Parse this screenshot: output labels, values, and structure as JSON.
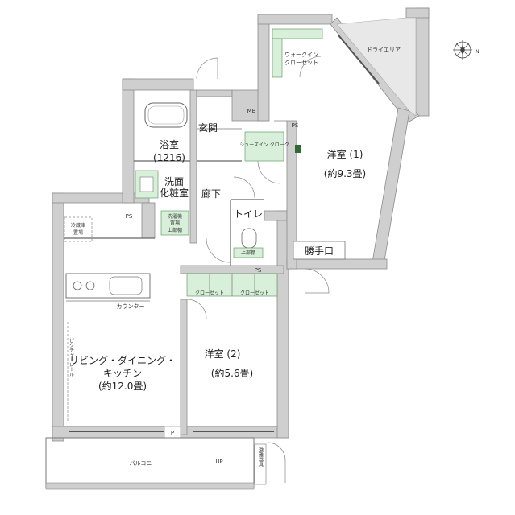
{
  "rooms": {
    "bedroom1": "洋室 (1)",
    "bedroom1_area": "(約9.3畳)",
    "bathroom": "浴室",
    "bathroom_size": "(1216)",
    "entrance": "玄関",
    "washroom_line1": "洗面",
    "washroom_line2": "化粧室",
    "hallway": "廊下",
    "toilet": "トイレ",
    "ldk_line1": "リビング・ダイニング・",
    "ldk_line2": "キッチン",
    "ldk_area": "(約12.0畳)",
    "bedroom2": "洋室 (2)",
    "bedroom2_area": "(約5.6畳)",
    "balcony": "バルコニー",
    "service_door": "勝手口",
    "dry_area": "ドライエリア"
  },
  "storage": {
    "walk_in_line1": "ウォークイン",
    "walk_in_line2": "クローゼット",
    "shoe_closet": "シューズイン クローク",
    "closet_a": "クローゼット",
    "closet_b": "クローゼット"
  },
  "fixtures": {
    "mb": "MB",
    "ps_entrance": "PS",
    "ps_kitchen": "PS",
    "ps_toilet": "PS",
    "counter": "カウンター",
    "fridge_line1": "冷蔵庫",
    "fridge_line2": "置場",
    "washer_line1": "洗濯機",
    "washer_line2": "置場",
    "upper_cabinet_washer": "上部棚",
    "upper_cabinet_toilet": "上部棚",
    "picture_rail": "ピクチャーレール",
    "p_mark": "P",
    "up_mark": "UP",
    "emergency_exit": "避難器具"
  },
  "compass": {
    "north_label": "N"
  }
}
